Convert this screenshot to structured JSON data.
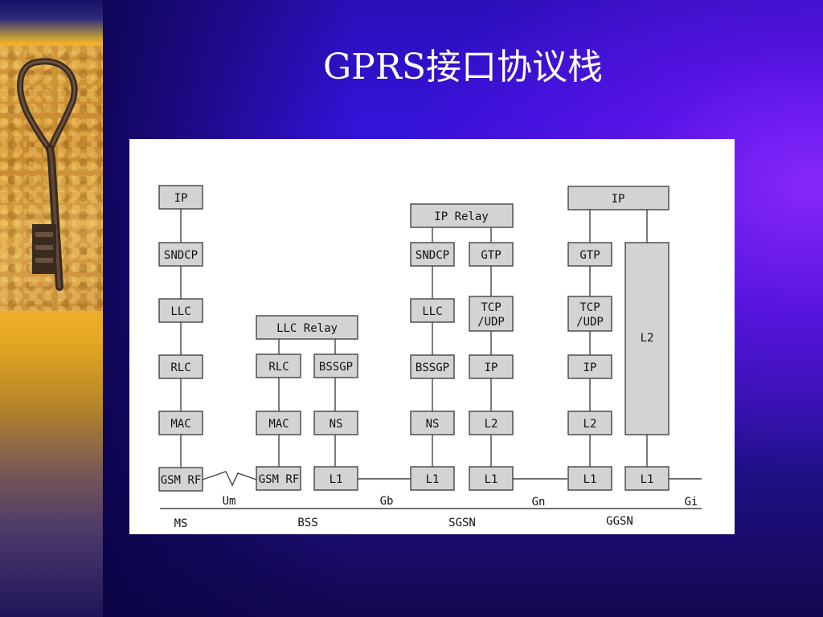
{
  "slide": {
    "title": "GPRS接口协议栈",
    "colors": {
      "background": "#3515c8",
      "accent": "#7a28ff",
      "strip": "#f0b02a",
      "panel": "#ffffff",
      "box_fill": "#d3d3d3"
    },
    "decorative_image": "rusty-key-photo"
  },
  "diagram": {
    "ms": {
      "ip": "IP",
      "sndcp": "SNDCP",
      "llc": "LLC",
      "rlc": "RLC",
      "mac": "MAC",
      "gsm_rf": "GSM RF"
    },
    "bss": {
      "llc_relay": "LLC Relay",
      "rlc": "RLC",
      "bssgp": "BSSGP",
      "mac": "MAC",
      "ns": "NS",
      "gsm_rf": "GSM RF",
      "l1": "L1"
    },
    "sgsn": {
      "ip_relay": "IP Relay",
      "sndcp": "SNDCP",
      "gtp": "GTP",
      "llc": "LLC",
      "tcp_udp_line1": "TCP",
      "tcp_udp_line2": "/UDP",
      "bssgp": "BSSGP",
      "ip": "IP",
      "ns": "NS",
      "l2": "L2",
      "l1_left": "L1",
      "l1_right": "L1"
    },
    "ggsn": {
      "ip": "IP",
      "gtp": "GTP",
      "tcp_udp_line1": "TCP",
      "tcp_udp_line2": "/UDP",
      "ip_lower": "IP",
      "l2_left": "L2",
      "l2_tall": "L2",
      "l1_left": "L1",
      "l1_right": "L1"
    },
    "interfaces": {
      "um": "Um",
      "gb": "Gb",
      "gn": "Gn",
      "gi": "Gi"
    },
    "nodes": {
      "ms": "MS",
      "bss": "BSS",
      "sgsn": "SGSN",
      "ggsn": "GGSN"
    }
  }
}
